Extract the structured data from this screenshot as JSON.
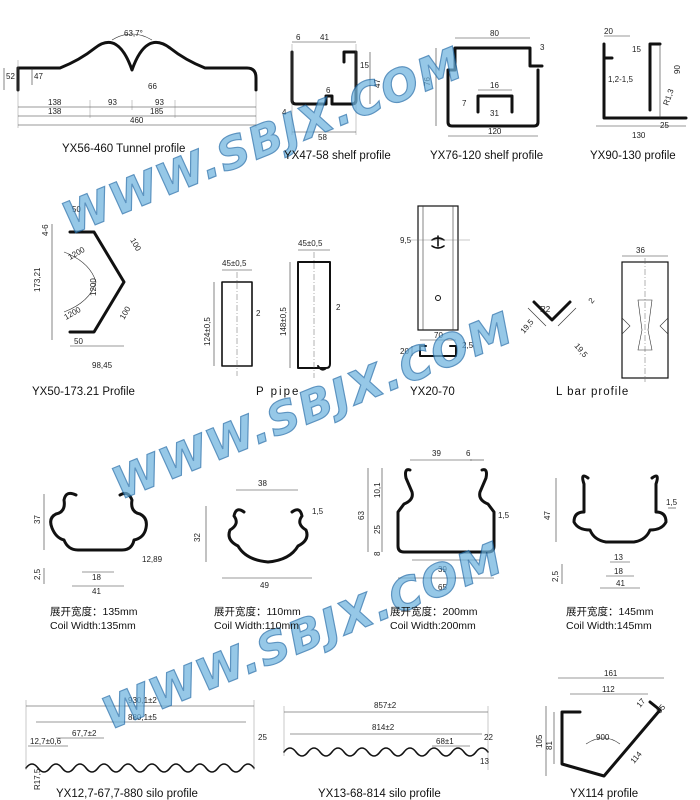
{
  "profiles": [
    {
      "id": "tunnel",
      "caption": "YX56-460 Tunnel profile",
      "dims": [
        "63,7°",
        "52",
        "47",
        "66",
        "138",
        "93",
        "93",
        "138",
        "185",
        "460"
      ]
    },
    {
      "id": "yx47",
      "caption": "YX47-58 shelf profile",
      "dims": [
        "6",
        "41",
        "15",
        "47",
        "6",
        "4",
        "58"
      ]
    },
    {
      "id": "yx76",
      "caption": "YX76-120 shelf profile",
      "dims": [
        "80",
        "3",
        "76",
        "16",
        "7",
        "31",
        "120"
      ]
    },
    {
      "id": "yx90",
      "caption": "YX90-130 profile",
      "dims": [
        "20",
        "15",
        "90",
        "1,2-1,5",
        "R1,3",
        "25",
        "130"
      ]
    },
    {
      "id": "yx50",
      "caption": "YX50-173.21 Profile",
      "dims": [
        "50",
        "4-6",
        "100",
        "1200",
        "173,21",
        "1200",
        "1200",
        "100",
        "50",
        "98,45"
      ]
    },
    {
      "id": "ppipe",
      "caption": "P pipe",
      "dims": [
        "45±0,5",
        "124±0,5",
        "2",
        "45±0,5",
        "148±0,5",
        "2"
      ]
    },
    {
      "id": "yx20",
      "caption": "YX20-70",
      "dims": [
        "9,5",
        "70",
        "20",
        "2,5"
      ]
    },
    {
      "id": "lbar",
      "caption": "L bar profile",
      "dims": [
        "R2",
        "2",
        "19,5",
        "19,5",
        "36"
      ]
    },
    {
      "id": "p135",
      "caption": "",
      "coil_cn": "展开宽度：135mm",
      "coil_en": "Coil Width:135mm",
      "dims": [
        "37",
        "2,5",
        "18",
        "41",
        "12,89"
      ]
    },
    {
      "id": "p110",
      "caption": "",
      "coil_cn": "展开宽度：110mm",
      "coil_en": "Coil Width:110mm",
      "dims": [
        "38",
        "1,5",
        "32",
        "49"
      ]
    },
    {
      "id": "p200",
      "caption": "",
      "coil_cn": "展开宽度：200mm",
      "coil_en": "Coil Width:200mm",
      "dims": [
        "39",
        "6",
        "10,1",
        "63",
        "25",
        "1,5",
        "8",
        "39",
        "65"
      ]
    },
    {
      "id": "p145",
      "caption": "",
      "coil_cn": "展开宽度：145mm",
      "coil_en": "Coil Width:145mm",
      "dims": [
        "47",
        "1,5",
        "13",
        "2,5",
        "18",
        "41"
      ]
    },
    {
      "id": "yx127",
      "caption": "YX12,7-67,7-880 silo profile",
      "dims": [
        "930,1±2",
        "880,1±5",
        "67,7±2",
        "25",
        "12,7±0,6",
        "R17,5"
      ]
    },
    {
      "id": "yx13",
      "caption": "YX13-68-814 silo profile",
      "dims": [
        "857±2",
        "814±2",
        "68±1",
        "22",
        "13"
      ]
    },
    {
      "id": "yx114",
      "caption": "YX114 profile",
      "dims": [
        "161",
        "112",
        "17",
        "35",
        "105",
        "81",
        "900",
        "114"
      ]
    }
  ],
  "watermark": "WWW.SBJX.COM",
  "colors": {
    "watermark_fill": "#6fb3de",
    "watermark_stroke": "#1e6aa8",
    "line": "#111111"
  }
}
